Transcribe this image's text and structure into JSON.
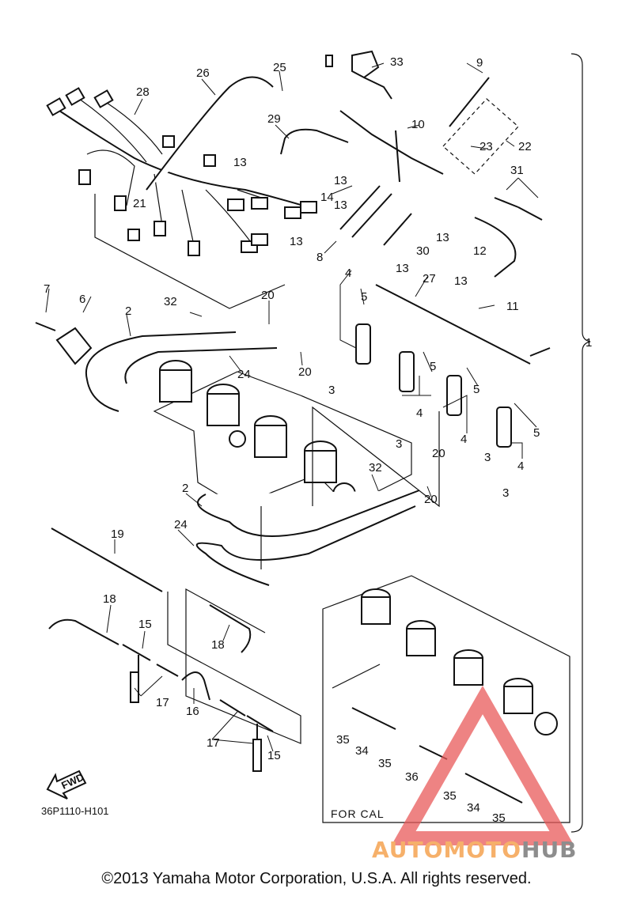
{
  "callouts": [
    {
      "n": "1"
    },
    {
      "n": "2"
    },
    {
      "n": "2"
    },
    {
      "n": "3"
    },
    {
      "n": "3"
    },
    {
      "n": "3"
    },
    {
      "n": "3"
    },
    {
      "n": "4"
    },
    {
      "n": "4"
    },
    {
      "n": "4"
    },
    {
      "n": "4"
    },
    {
      "n": "5"
    },
    {
      "n": "5"
    },
    {
      "n": "5"
    },
    {
      "n": "5"
    },
    {
      "n": "6"
    },
    {
      "n": "7"
    },
    {
      "n": "8"
    },
    {
      "n": "9"
    },
    {
      "n": "10"
    },
    {
      "n": "11"
    },
    {
      "n": "12"
    },
    {
      "n": "13"
    },
    {
      "n": "13"
    },
    {
      "n": "13"
    },
    {
      "n": "13"
    },
    {
      "n": "13"
    },
    {
      "n": "13"
    },
    {
      "n": "13"
    },
    {
      "n": "14"
    },
    {
      "n": "15"
    },
    {
      "n": "15"
    },
    {
      "n": "16"
    },
    {
      "n": "17"
    },
    {
      "n": "17"
    },
    {
      "n": "18"
    },
    {
      "n": "18"
    },
    {
      "n": "19"
    },
    {
      "n": "20"
    },
    {
      "n": "20"
    },
    {
      "n": "20"
    },
    {
      "n": "20"
    },
    {
      "n": "21"
    },
    {
      "n": "22"
    },
    {
      "n": "23"
    },
    {
      "n": "24"
    },
    {
      "n": "24"
    },
    {
      "n": "25"
    },
    {
      "n": "26"
    },
    {
      "n": "27"
    },
    {
      "n": "28"
    },
    {
      "n": "29"
    },
    {
      "n": "30"
    },
    {
      "n": "31"
    },
    {
      "n": "32"
    },
    {
      "n": "32"
    },
    {
      "n": "33"
    },
    {
      "n": "34"
    },
    {
      "n": "34"
    },
    {
      "n": "35"
    },
    {
      "n": "35"
    },
    {
      "n": "35"
    },
    {
      "n": "35"
    },
    {
      "n": "36"
    }
  ],
  "inset_label": "FOR CAL",
  "fwd_label": "FWD",
  "drawing_code": "36P1110-H101",
  "copyright": "©2013 Yamaha Motor Corporation, U.S.A. All rights reserved.",
  "watermark": {
    "part1": "AUTOMOTO",
    "part2": "HUB",
    "color_accent": "#f6b06a",
    "color_gray": "#8d8d8d",
    "triangle_color": "#e85a5a"
  }
}
